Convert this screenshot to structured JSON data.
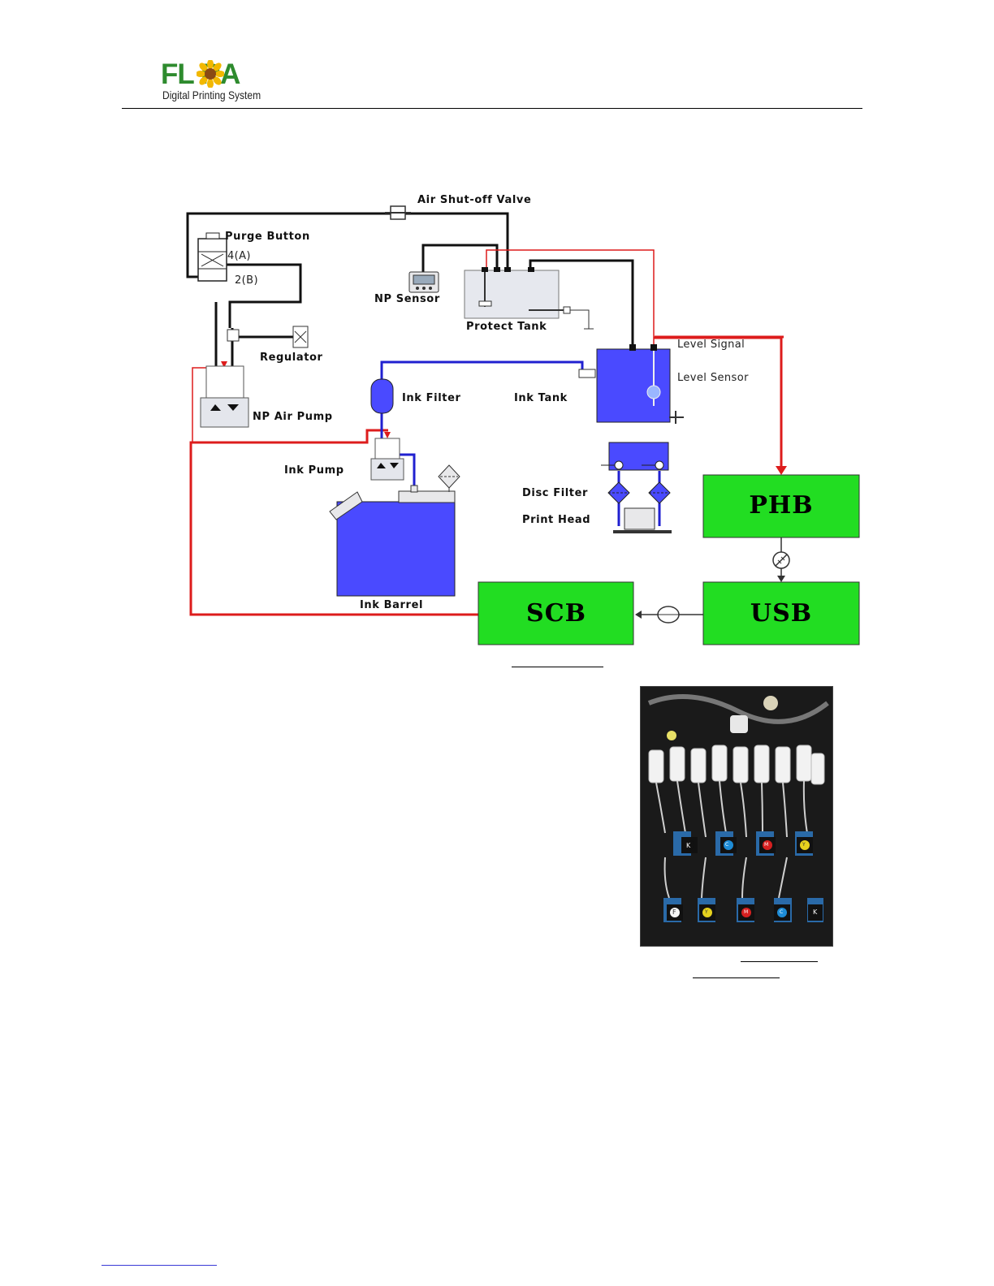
{
  "header": {
    "logo_word": "FL RA",
    "logo_tagline": "Digital Printing System"
  },
  "diagram": {
    "labels": {
      "air_shutoff_valve": "Air Shut-off Valve",
      "purge_button": "Purge Button",
      "port_a": "4(A)",
      "port_b": "2(B)",
      "np_sensor": "NP Sensor",
      "protect_tank": "Protect Tank",
      "regulator": "Regulator",
      "level_signal": "Level Signal",
      "level_sensor": "Level Sensor",
      "ink_filter": "Ink Filter",
      "ink_tank": "Ink Tank",
      "np_air_pump": "NP Air Pump",
      "ink_pump": "Ink Pump",
      "disc_filter": "Disc Filter",
      "print_head": "Print Head",
      "ink_barrel": "Ink Barrel"
    },
    "boards": {
      "phb": "PHB",
      "usb": "USB",
      "scb": "SCB"
    },
    "colors": {
      "ink_blue": "#4a4aff",
      "ink_line": "#2020d0",
      "signal_red": "#dd1c1c",
      "board_green": "#22dd22"
    }
  },
  "photo": {
    "pump_labels_top": [
      "K",
      "C",
      "M",
      "Y"
    ],
    "pump_labels_bottom": [
      "F",
      "Y",
      "M",
      "C",
      "K"
    ]
  }
}
